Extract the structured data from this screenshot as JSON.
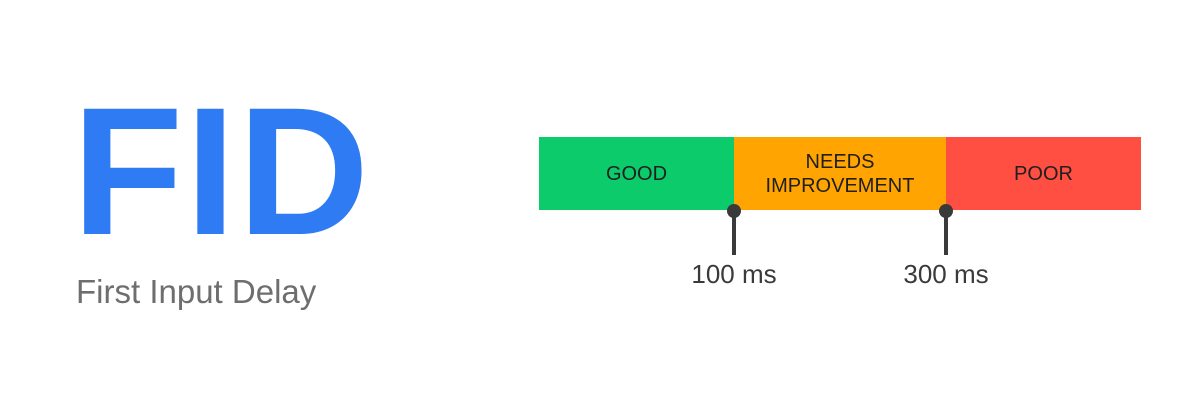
{
  "metric": {
    "acronym": "FID",
    "full_name": "First Input Delay",
    "accent_color": "#2f7bf3",
    "subtitle_color": "#6e6e6e"
  },
  "scale": {
    "segments": [
      {
        "label": "GOOD",
        "color": "#0ccb6a"
      },
      {
        "label": "NEEDS IMPROVEMENT",
        "color": "#ffa400"
      },
      {
        "label": "POOR",
        "color": "#ff4e42"
      }
    ],
    "thresholds": [
      {
        "label": "100 ms"
      },
      {
        "label": "300 ms"
      }
    ],
    "marker_color": "#3a3a3a"
  }
}
